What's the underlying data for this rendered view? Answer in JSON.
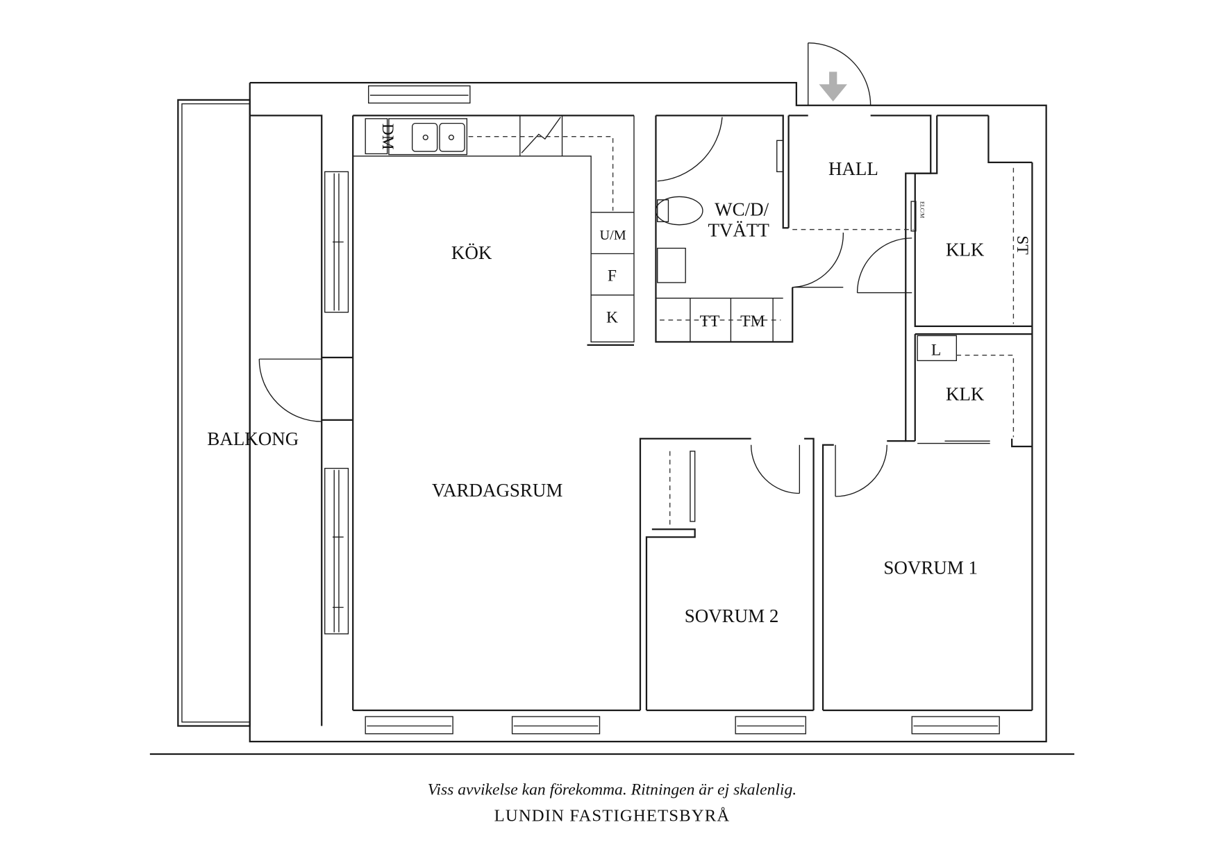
{
  "rooms": {
    "kitchen": "KÖK",
    "living_room": "VARDAGSRUM",
    "balcony": "BALKONG",
    "bathroom_line1": "WC/D/",
    "bathroom_line2": "TVÄTT",
    "hall": "HALL",
    "closet_upper": "KLK",
    "closet_lower": "KLK",
    "bedroom_2": "SOVRUM 2",
    "bedroom_1": "SOVRUM 1"
  },
  "fixtures": {
    "dishwasher": "DM",
    "microwave_oven": "U/M",
    "fridge": "F",
    "freezer": "K",
    "dryer": "TT",
    "washer": "TM",
    "electrical_panel": "ELC/M",
    "wardrobe": "ST",
    "linen": "L"
  },
  "entrance_marker": "arrow-down-icon",
  "footer": {
    "disclaimer": "Viss avvikelse kan förekomma. Ritningen är ej skalenlig.",
    "company": "LUNDIN FASTIGHETSBYRÅ"
  },
  "colors": {
    "line": "#1a1a1a",
    "entrance_arrow": "#b0b0b0"
  }
}
